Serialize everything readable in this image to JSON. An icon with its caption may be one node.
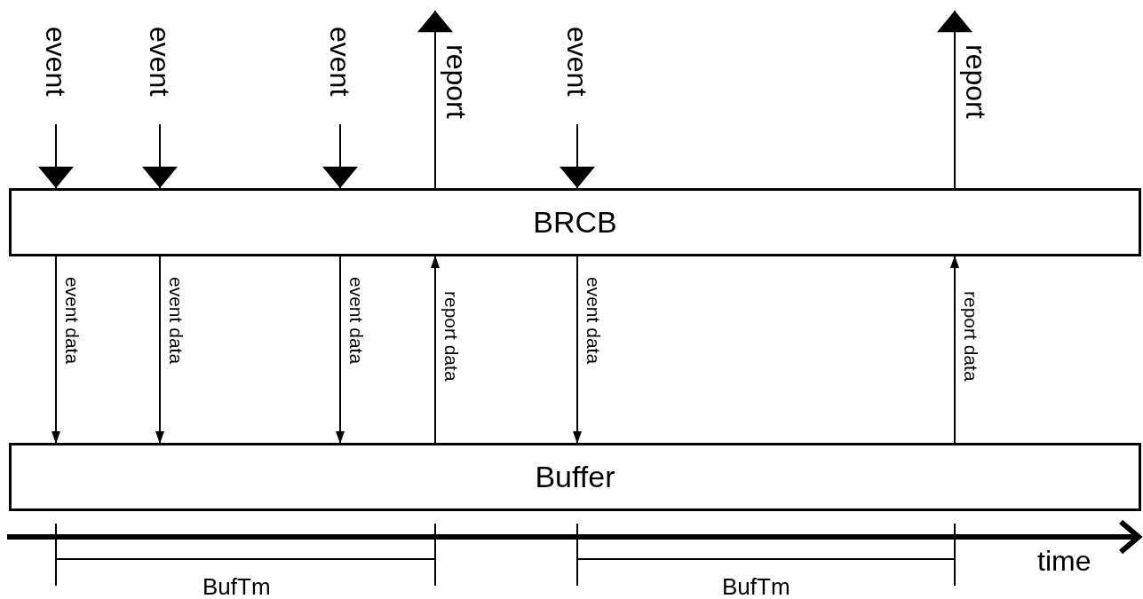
{
  "diagram": {
    "nodes": [
      {
        "text": [
          "BRCB"
        ]
      },
      {
        "text": [
          "Buffer"
        ]
      }
    ],
    "edges": [
      {
        "from": null,
        "to": 0,
        "arrow": "to",
        "label": "event"
      },
      {
        "from": null,
        "to": 0,
        "arrow": "to",
        "label": "event"
      },
      {
        "from": null,
        "to": 0,
        "arrow": "to",
        "label": "event"
      },
      {
        "from": 0,
        "to": null,
        "arrow": "to",
        "label": "report"
      },
      {
        "from": null,
        "to": 0,
        "arrow": "to",
        "label": "event"
      },
      {
        "from": 0,
        "to": null,
        "arrow": "to",
        "label": "report"
      },
      {
        "from": 0,
        "to": 1,
        "arrow": "to",
        "label": "event data"
      },
      {
        "from": 0,
        "to": 1,
        "arrow": "to",
        "label": "event data"
      },
      {
        "from": 0,
        "to": 1,
        "arrow": "to",
        "label": "event data"
      },
      {
        "from": 1,
        "to": 0,
        "arrow": "to",
        "label": "report data"
      },
      {
        "from": 0,
        "to": 1,
        "arrow": "to",
        "label": "event data"
      },
      {
        "from": 1,
        "to": 0,
        "arrow": "to",
        "label": "report data"
      }
    ],
    "labels": [
      "time",
      "BufTm",
      "BufTm"
    ]
  }
}
